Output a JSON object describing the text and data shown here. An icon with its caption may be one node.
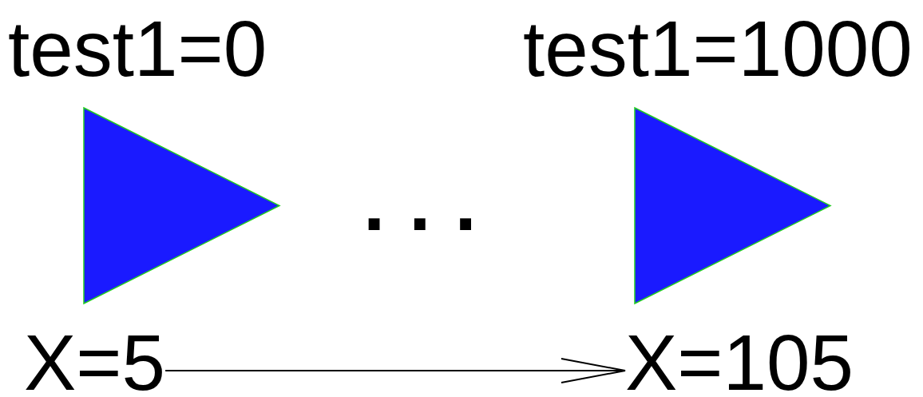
{
  "diagram": {
    "nodes": [
      {
        "text": [
          "test1=0"
        ]
      },
      {
        "text": [
          "test1=1000"
        ]
      },
      {
        "text": [
          "X=5"
        ]
      },
      {
        "text": [
          "X=105"
        ]
      }
    ],
    "edges": [
      {
        "from": 2,
        "to": 3,
        "arrow": "to"
      }
    ],
    "labels": [
      "..."
    ]
  }
}
